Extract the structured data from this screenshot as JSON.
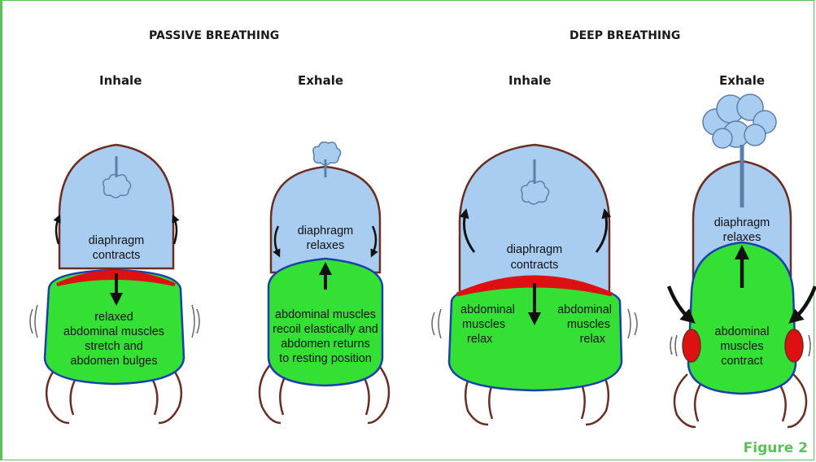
{
  "sections": {
    "passive": "PASSIVE BREATHING",
    "deep": "DEEP BREATHING"
  },
  "panels": [
    {
      "phase": "Inhale",
      "diaphragm": [
        "diaphragm",
        "contracts"
      ],
      "abdomen": [
        "relaxed",
        "abdominal muscles",
        "stretch and",
        "abdomen bulges"
      ]
    },
    {
      "phase": "Exhale",
      "diaphragm": [
        "diaphragm",
        "relaxes"
      ],
      "abdomen": [
        "abdominal muscles",
        "recoil elastically and",
        "abdomen returns",
        "to resting position"
      ]
    },
    {
      "phase": "Inhale",
      "diaphragm": [
        "diaphragm",
        "contracts"
      ],
      "abdomen_left": [
        "abdominal",
        "muscles",
        "relax"
      ],
      "abdomen_right": [
        "abdominal",
        "muscles",
        "relax"
      ]
    },
    {
      "phase": "Exhale",
      "diaphragm": [
        "diaphragm",
        "relaxes"
      ],
      "abdomen": [
        "abdominal",
        "muscles",
        "contract"
      ]
    }
  ],
  "caption": "Figure 2",
  "colors": {
    "border": "#5cc15b",
    "lung": "#a9cdf0",
    "abdomen": "#33e033",
    "diaphragm": "#dd1111",
    "outline": "#6b2e22"
  }
}
